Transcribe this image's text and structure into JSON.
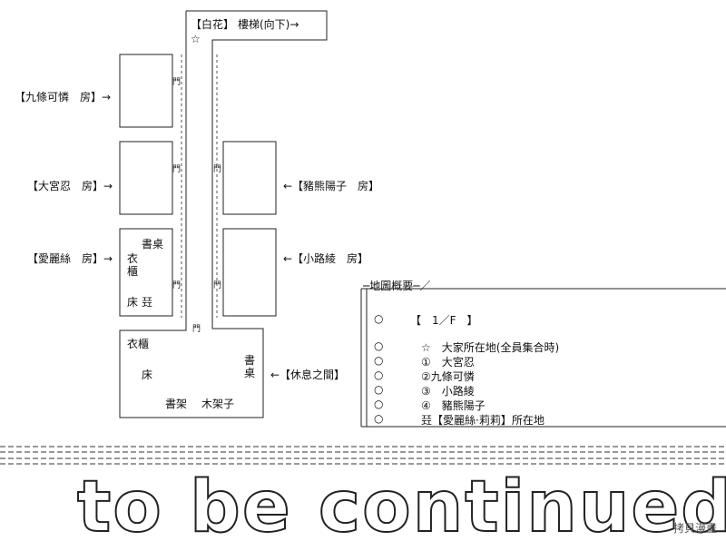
{
  "top_label": {
    "room": "【白花】",
    "stairs": "樓梯(向下)→",
    "star": "☆"
  },
  "rooms": {
    "kujou": "【九條可憐　房】→",
    "oomiya": "【大宮忍　房】→",
    "alice": "【愛麗絲　房】→",
    "inokuma": "←【豬熊陽子　房】",
    "komichi": "←【小路綾　房】",
    "lounge": "←【休息之間】"
  },
  "furniture": {
    "desk_small": "書桌",
    "wardrobe_small": "衣櫃",
    "bed_small": "床",
    "alice_icon": "㠭",
    "wardrobe_lounge": "衣櫃",
    "bed_lounge": "床",
    "desk_lounge": "書桌",
    "bookshelf": "書架",
    "doll": "木架子"
  },
  "door": "門",
  "legend": {
    "title": "─地圖概要─／",
    "floor": "【　1／F　】",
    "items": [
      "☆　大家所在地(全員集合時)",
      "①　大宮忍",
      "②九條可憐",
      "③　小路綾",
      "④　豬熊陽子",
      "㠭【愛麗絲·莉莉】所在地"
    ],
    "circle": "○"
  },
  "banner": {
    "text": "to be continued..?"
  },
  "watermark": "拷貝漫畫"
}
